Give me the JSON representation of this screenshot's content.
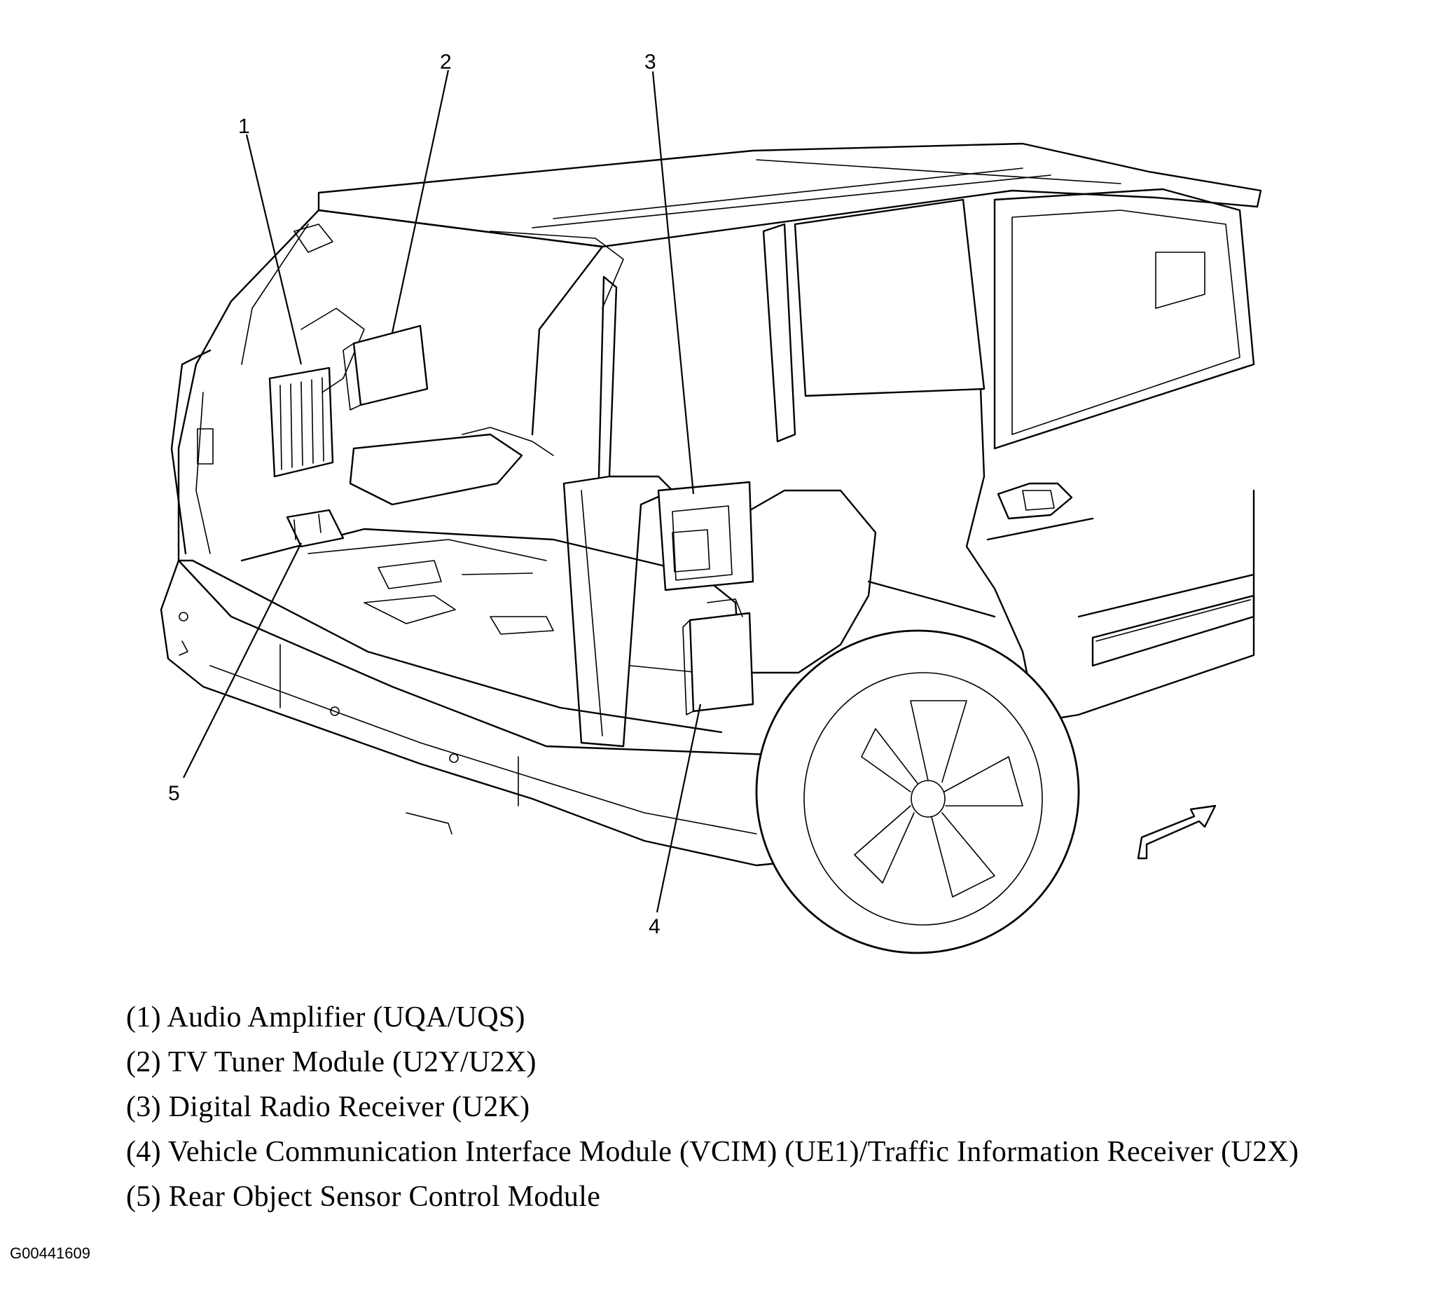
{
  "callouts": [
    {
      "id": "1",
      "label": "1"
    },
    {
      "id": "2",
      "label": "2"
    },
    {
      "id": "3",
      "label": "3"
    },
    {
      "id": "4",
      "label": "4"
    },
    {
      "id": "5",
      "label": "5"
    }
  ],
  "legend": [
    "(1) Audio Amplifier (UQA/UQS)",
    "(2) TV Tuner Module (U2Y/U2X)",
    "(3) Digital Radio Receiver (U2K)",
    "(4) Vehicle Communication Interface Module (VCIM) (UE1)/Traffic Information Receiver (U2X)",
    "(5) Rear Object Sensor Control Module"
  ],
  "figure_code": "G00441609",
  "icons": {
    "direction_arrow": "front-direction-arrow-icon"
  }
}
